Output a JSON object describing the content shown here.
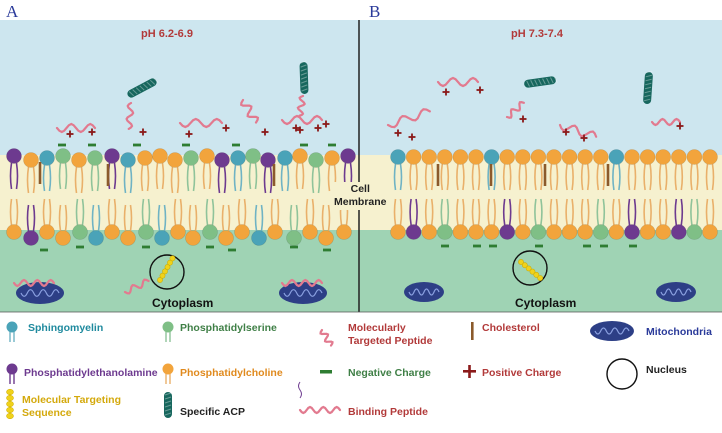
{
  "panels": {
    "a": {
      "letter": "A",
      "ph": "pH 6.2-6.9"
    },
    "b": {
      "letter": "B",
      "ph": "pH 7.3-7.4"
    }
  },
  "membrane_label": {
    "line1": "Cell",
    "line2": "Membrane"
  },
  "cytoplasm_label": "Cytoplasm",
  "legend": {
    "sphingomyelin": "Sphingomyelin",
    "phosphatidylserine": "Phosphatidylserine",
    "molecularly_targeted_peptide_1": "Molecularly",
    "molecularly_targeted_peptide_2": "Targeted Peptide",
    "cholesterol": "Cholesterol",
    "mitochondria": "Mitochondria",
    "phosphatidylethanolamine": "Phosphatidylethanolamine",
    "phosphatidylcholine": "Phosphatidylcholine",
    "negative_charge": "Negative Charge",
    "positive_charge": "Positive Charge",
    "nucleus": "Nucleus",
    "molecular_targeting_sequence_1": "Molecular Targeting",
    "molecular_targeting_sequence_2": "Sequence",
    "specific_acp": "Specific ACP",
    "binding_peptide": "Binding Peptide"
  },
  "colors": {
    "extracellular": "#cde6ef",
    "membrane": "#f6f1cf",
    "cytoplasm": "#9fd3b4",
    "sphingomyelin": "#4aa3b8",
    "phosphatidylserine": "#7fbf86",
    "phosphatidylethanolamine": "#6d3a8f",
    "phosphatidylcholine": "#f2a43c",
    "cholesterol": "#8b5a2b",
    "peptide": "#e27a8f",
    "positive_charge": "#8b1a1a",
    "negative_charge": "#2e7d32",
    "acp": "#17675e",
    "targeting_sequence": "#f0d21a",
    "mitochondria": "#2d3f86",
    "label_red": "#b23a3a",
    "label_green": "#3f7f46",
    "label_blue": "#2a3a9a",
    "label_orange": "#e08a1e",
    "label_gold": "#d4a90c",
    "label_purple": "#6d3a8f",
    "label_teal": "#1f8a9e"
  }
}
